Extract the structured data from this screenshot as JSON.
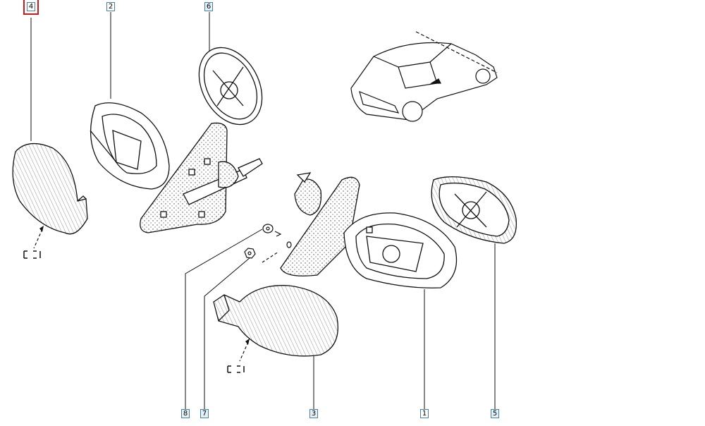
{
  "diagram": {
    "callouts": [
      {
        "id": "c4",
        "label": "4",
        "selected": true
      },
      {
        "id": "c2",
        "label": "2",
        "selected": false
      },
      {
        "id": "c6",
        "label": "6",
        "selected": false
      },
      {
        "id": "c8",
        "label": "8",
        "selected": false
      },
      {
        "id": "c7",
        "label": "7",
        "selected": false
      },
      {
        "id": "c3",
        "label": "3",
        "selected": false
      },
      {
        "id": "c1",
        "label": "1",
        "selected": false
      },
      {
        "id": "c5",
        "label": "5",
        "selected": false
      }
    ],
    "colors": {
      "line": "#111111",
      "callout_border": "#4a7fa0",
      "highlight": "#d01818"
    }
  }
}
